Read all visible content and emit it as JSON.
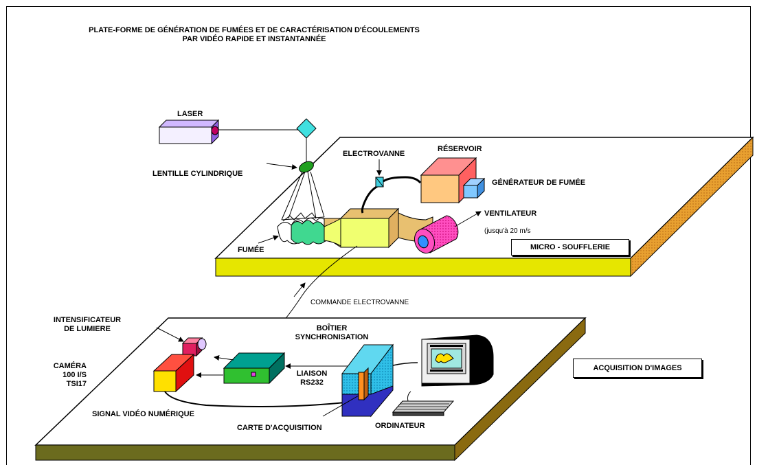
{
  "title": {
    "line1": "PLATE-FORME DE GÉNÉRATION DE FUMÉES ET DE CARACTÉRISATION  D'ÉCOULEMENTS",
    "line2": "PAR VIDÉO  RAPIDE  ET INSTANTANNÉE"
  },
  "top_bench": {
    "laser": "LASER",
    "lens": "LENTILLE CYLINDRIQUE",
    "valve": "ELECTROVANNE",
    "tank": "RÉSERVOIR",
    "generator": "GÉNÉRATEUR DE FUMÉE",
    "fan": "VENTILATEUR",
    "fan_speed": "(jusqu'à  20 m/s",
    "smoke": "FUMÉE",
    "tunnel_box": "MICRO  -  SOUFFLERIE"
  },
  "link_label": "COMMANDE ELECTROVANNE",
  "bottom_bench": {
    "intensifier": [
      "INTENSIFICATEUR",
      "DE LUMIERE"
    ],
    "sync_box": [
      "BOÎTIER",
      "SYNCHRONISATION"
    ],
    "camera": [
      "CAMÉRA",
      "100 I/S",
      "TSI17"
    ],
    "rs232": [
      "LIAISON",
      "RS232"
    ],
    "video_signal": "SIGNAL VIDÉO NUMÉRIQUE",
    "acq_card": "CARTE D'ACQUISITION",
    "computer": "ORDINATEUR",
    "acq_box": "ACQUISITION  D'IMAGES"
  },
  "colors": {
    "top_plate_side": "#e6e600",
    "top_plate_end": "#e0a030",
    "bottom_plate_side": "#6b6b1e",
    "bottom_plate_end": "#8a6a10",
    "laser": "#b48cff",
    "tank": "#ff8080",
    "generator": "#80c8ff",
    "fan": "#ff60c8",
    "tunnel": "#f0ff70",
    "sync_box": "#00a080",
    "camera": "#ff3030",
    "pc_case": "#40c8e8"
  }
}
